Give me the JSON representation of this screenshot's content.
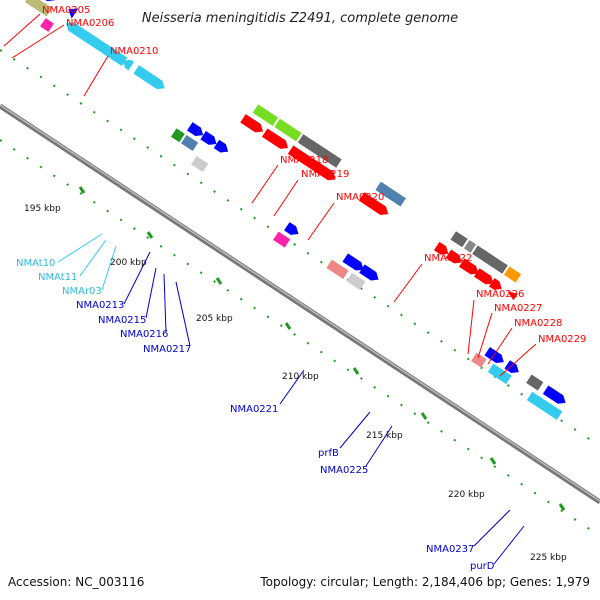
{
  "title": "Neisseria meningitidis Z2491, complete genome",
  "accession": "Accession: NC_003116",
  "topology": "Topology: circular; Length: 2,184,406 bp; Genes: 1,979",
  "colors": {
    "red": "#ff0000",
    "blue": "#0000ff",
    "cyan": "#33ccee",
    "darkgray": "#666666",
    "steel": "#4f81b0",
    "lime": "#77dd22",
    "green": "#229922",
    "magenta": "#ff22aa",
    "pink": "#ee8888",
    "lightgray": "#cccccc",
    "olive": "#bbbb77",
    "orange": "#ff9900",
    "backbone": "#888888"
  },
  "kbp_ticks": [
    {
      "label": "195 kbp"
    },
    {
      "label": "200 kbp"
    },
    {
      "label": "205 kbp"
    },
    {
      "label": "210 kbp"
    },
    {
      "label": "215 kbp"
    },
    {
      "label": "220 kbp"
    },
    {
      "label": "225 kbp"
    }
  ],
  "labels_red": [
    {
      "label": "NMA0205"
    },
    {
      "label": "NMA0206"
    },
    {
      "label": "NMA0210"
    },
    {
      "label": "NMA0218"
    },
    {
      "label": "NMA0219"
    },
    {
      "label": "NMA0220"
    },
    {
      "label": "NMA0222"
    },
    {
      "label": "NMA0226"
    },
    {
      "label": "NMA0227"
    },
    {
      "label": "NMA0228"
    },
    {
      "label": "NMA0229"
    }
  ],
  "labels_cyan": [
    {
      "label": "NMAt10"
    },
    {
      "label": "NMAt11"
    },
    {
      "label": "NMAr03"
    }
  ],
  "labels_blue": [
    {
      "label": "NMA0213"
    },
    {
      "label": "NMA0215"
    },
    {
      "label": "NMA0216"
    },
    {
      "label": "NMA0217"
    },
    {
      "label": "NMA0221"
    },
    {
      "label": "prfB"
    },
    {
      "label": "NMA0225"
    },
    {
      "label": "NMA0237"
    },
    {
      "label": "purD"
    }
  ]
}
